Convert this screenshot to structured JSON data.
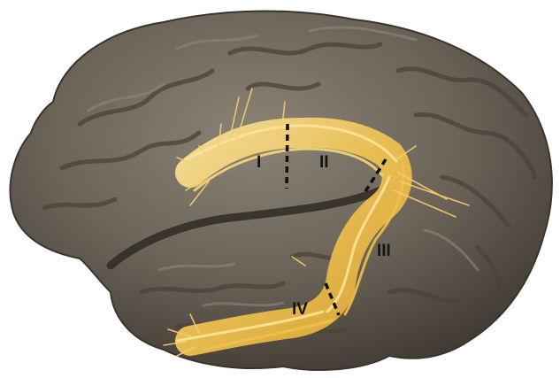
{
  "segments": [
    {
      "id": "seg-1",
      "label": "I"
    },
    {
      "id": "seg-2",
      "label": "II"
    },
    {
      "id": "seg-3",
      "label": "III"
    },
    {
      "id": "seg-4",
      "label": "IV"
    }
  ],
  "colors": {
    "background": "#ffffff",
    "brain_surface": "#6b6358",
    "brain_shadow": "#403a32",
    "brain_highlight": "#8f887b",
    "fiber_tract": "#f1c451",
    "fiber_highlight": "#fbe39a",
    "divider": "#111111"
  }
}
